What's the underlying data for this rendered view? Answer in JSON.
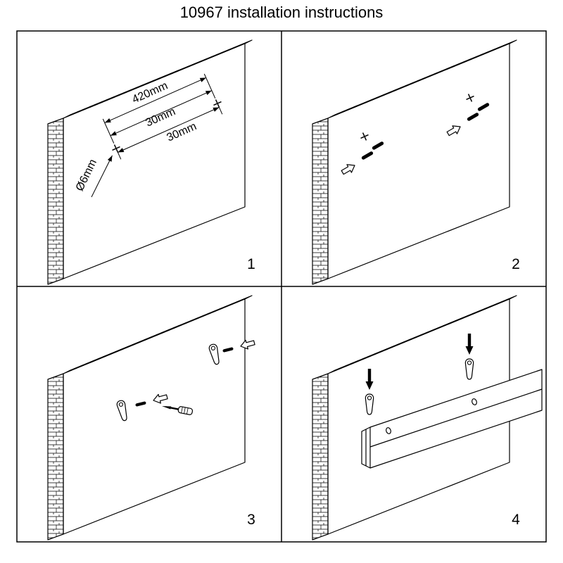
{
  "title": "10967 installation instructions",
  "colors": {
    "line": "#000000",
    "background": "#ffffff"
  },
  "panels": [
    {
      "number": "1",
      "dimensions": {
        "hole_spacing": "420mm",
        "offset_a": "30mm",
        "offset_b": "30mm",
        "hole_diameter": "Ø6mm"
      }
    },
    {
      "number": "2"
    },
    {
      "number": "3"
    },
    {
      "number": "4"
    }
  ]
}
